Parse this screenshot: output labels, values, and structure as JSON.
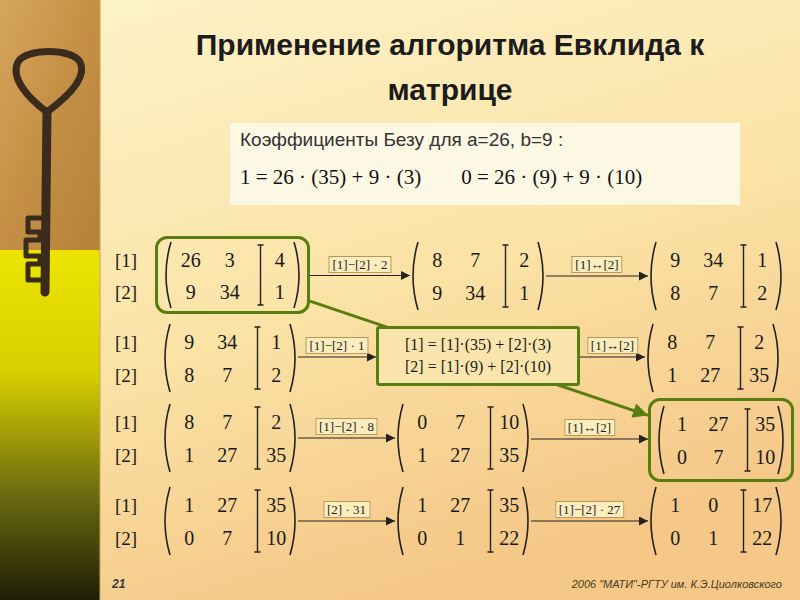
{
  "diagram": {
    "title": "Применение алгоритма Евклида к матрице",
    "nodes": [
      {
        "text": [
          "Коэффициенты Безу для a=26, b=9 :",
          "1 = 26 · (35) + 9 · (3)",
          "0 = 26 · (9) + 9 · (10)"
        ]
      },
      {
        "text": [
          "26",
          "3",
          "4",
          "9",
          "34",
          "1"
        ]
      },
      {
        "text": [
          "8",
          "7",
          "2",
          "9",
          "34",
          "1"
        ]
      },
      {
        "text": [
          "9",
          "34",
          "1",
          "8",
          "7",
          "2"
        ]
      },
      {
        "text": [
          "9",
          "34",
          "1",
          "8",
          "7",
          "2"
        ]
      },
      {
        "text": [
          "[1] = [1]·(35) + [2]·(3)",
          "[2] = [1]·(9) + [2]·(10)"
        ]
      },
      {
        "text": [
          "8",
          "7",
          "2",
          "1",
          "27",
          "35"
        ]
      },
      {
        "text": [
          "8",
          "7",
          "2",
          "1",
          "27",
          "35"
        ]
      },
      {
        "text": [
          "0",
          "7",
          "10",
          "1",
          "27",
          "35"
        ]
      },
      {
        "text": [
          "1",
          "27",
          "35",
          "0",
          "7",
          "10"
        ]
      },
      {
        "text": [
          "1",
          "27",
          "35",
          "0",
          "7",
          "10"
        ]
      },
      {
        "text": [
          "1",
          "27",
          "35",
          "0",
          "1",
          "22"
        ]
      },
      {
        "text": [
          "1",
          "0",
          "17",
          "0",
          "1",
          "22"
        ]
      }
    ],
    "edges": [
      {
        "from": 1,
        "to": 2,
        "label": "[1]−[2] · 2",
        "arrow": "to"
      },
      {
        "from": 2,
        "to": 3,
        "label": "[1]↔[2]",
        "arrow": "to"
      },
      {
        "from": 4,
        "to": 5,
        "label": "[1]−[2] · 1",
        "arrow": "to"
      },
      {
        "from": 5,
        "to": 6,
        "label": "[1]↔[2]",
        "arrow": "to"
      },
      {
        "from": 7,
        "to": 8,
        "label": "[1]−[2] · 8",
        "arrow": "to"
      },
      {
        "from": 8,
        "to": 9,
        "label": "[1]↔[2]",
        "arrow": "to"
      },
      {
        "from": 10,
        "to": 11,
        "label": "[2] · 31",
        "arrow": "to"
      },
      {
        "from": 11,
        "to": 12,
        "label": "[1]−[2] · 27",
        "arrow": "to"
      },
      {
        "from": 1,
        "to": 9,
        "arrow": "to"
      }
    ],
    "labels": [
      "[1]",
      "[2]",
      "[1]",
      "[2]",
      "[1]",
      "[2]",
      "[1]",
      "[2]",
      "21",
      "2006 \"МАТИ\"-РГТУ им. К.Э.Циолковского"
    ]
  }
}
